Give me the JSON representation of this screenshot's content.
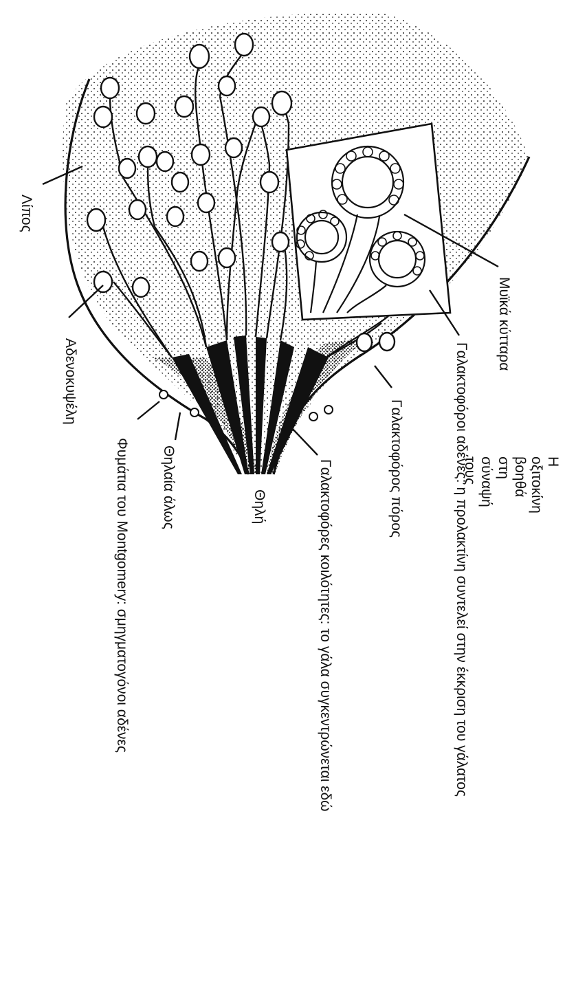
{
  "labels": {
    "fat": "Λίπος",
    "alveolus": "Αδενοκυψέλη",
    "muscle_cells": "Μυϊκά κύτταρα",
    "oxytocin": "Η οξιτοκίνη\nβοηθά στη\nσύναψή τους",
    "milk_glands": "Γαλακτοφόροι αδένες: η προλακτίνη συντελεί στην έκκριση του γάλατος",
    "milk_duct": "Γαλακτοφόρος πόρος",
    "milk_sinuses": "Γαλακτοφόρες κοιλότητες: το γάλα συγκεντρώνεται εδώ",
    "nipple": "Θηλή",
    "areola": "Θηλαία άλως",
    "montgomery": "Φυμάτια του Montgomery: σμηγματογόνοι αδένες"
  },
  "colors": {
    "ink": "#111111",
    "stipple": "#2a2a2a",
    "paper": "#ffffff"
  }
}
